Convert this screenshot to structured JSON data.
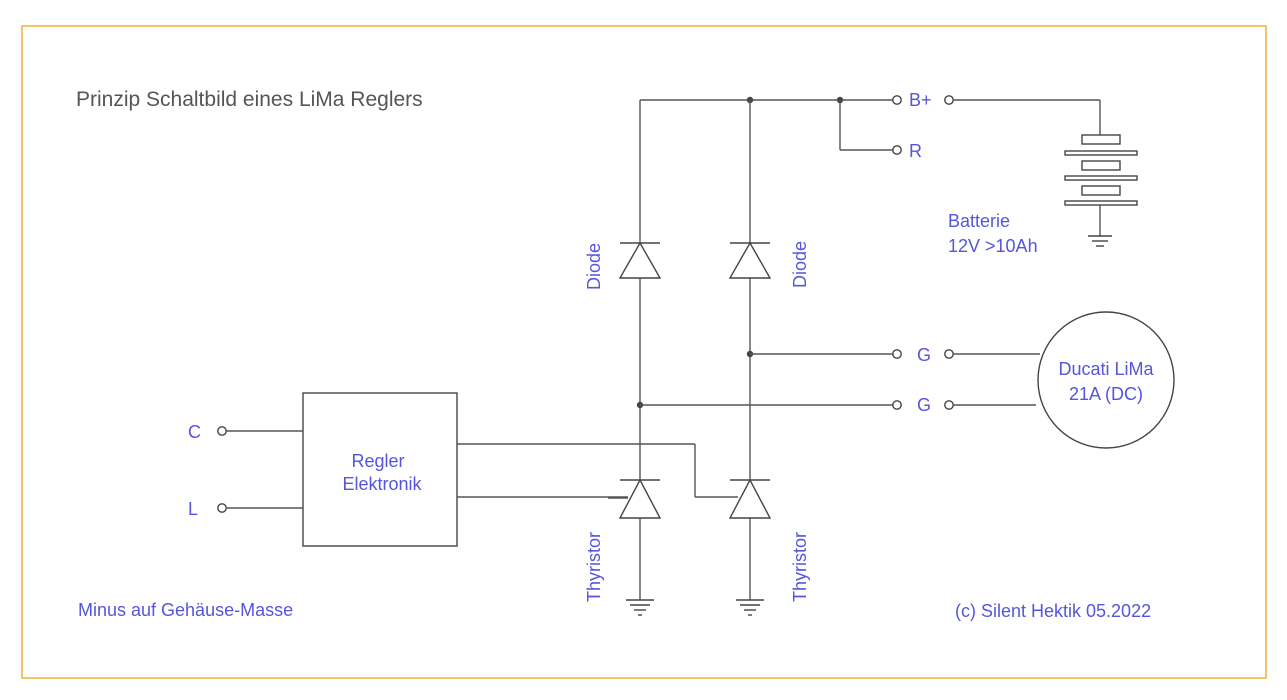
{
  "title": "Prinzip Schaltbild eines LiMa Reglers",
  "terminals": {
    "b_plus": "B+",
    "r": "R",
    "g1": "G",
    "g2": "G",
    "c": "C",
    "l": "L"
  },
  "components": {
    "diode_left": "Diode",
    "diode_right": "Diode",
    "thyristor_left": "Thyristor",
    "thyristor_right": "Thyristor",
    "regulator_line1": "Regler",
    "regulator_line2": "Elektronik",
    "battery_line1": "Batterie",
    "battery_line2": "12V >10Ah",
    "generator_line1": "Ducati  LiMa",
    "generator_line2": "21A (DC)"
  },
  "notes": {
    "ground": "Minus auf Gehäuse-Masse",
    "copyright": "(c) Silent Hektik 05.2022"
  },
  "colors": {
    "frame": "#f5c36a",
    "label": "#5555dd",
    "title": "#555555",
    "wire": "#555555"
  }
}
